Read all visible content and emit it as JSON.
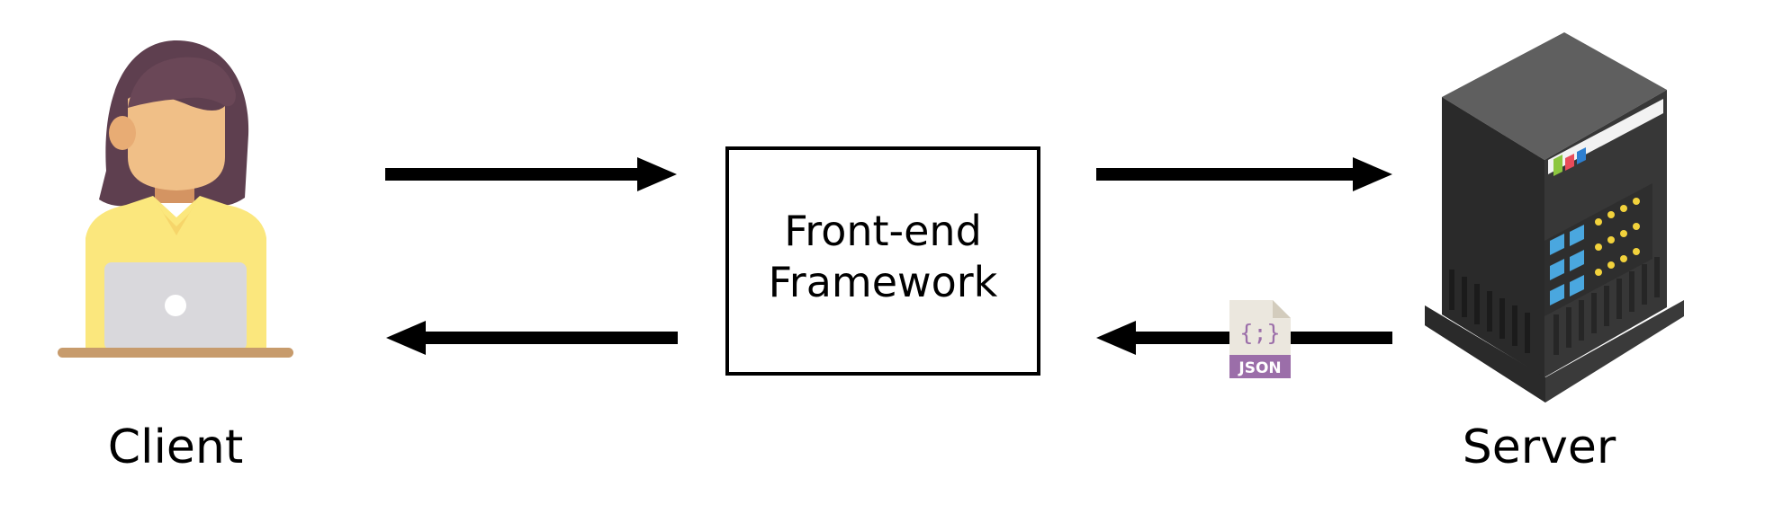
{
  "client": {
    "label": "Client"
  },
  "frontend": {
    "line1": "Front-end",
    "line2": "Framework"
  },
  "server": {
    "label": "Server"
  },
  "json_badge": {
    "label": "JSON",
    "glyph": "{;}"
  },
  "colors": {
    "arrow": "#000000",
    "hair": "#5e3f4f",
    "skin": "#f0bf87",
    "shirt": "#fbe77d",
    "laptop": "#d9d8dc",
    "desk": "#c79b6c",
    "server_dark": "#2d2d2d",
    "server_top": "#5f5f5f",
    "server_blue": "#4aa7df",
    "server_lights": "#f2d23c",
    "json_purple": "#9b6ea9"
  },
  "icons": [
    "client-person-icon",
    "server-rack-icon",
    "json-file-icon"
  ]
}
